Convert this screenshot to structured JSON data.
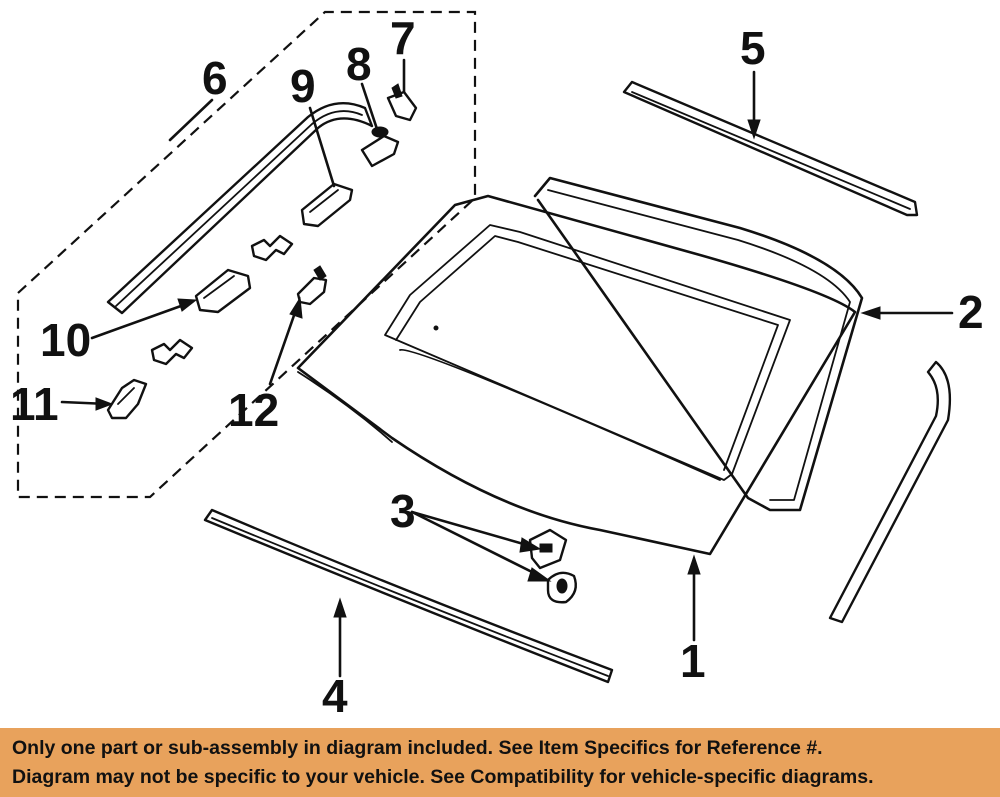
{
  "diagram": {
    "callouts": {
      "c1": "1",
      "c2": "2",
      "c3": "3",
      "c4": "4",
      "c5": "5",
      "c6": "6",
      "c7": "7",
      "c8": "8",
      "c9": "9",
      "c10": "10",
      "c11": "11",
      "c12": "12"
    }
  },
  "banner": {
    "line1": "Only one part or sub-assembly in diagram included. See Item Specifics for Reference #.",
    "line2": "Diagram may not be specific to your vehicle. See Compatibility for vehicle-specific diagrams."
  },
  "colors": {
    "banner_bg": "#e8a25c",
    "ink": "#111111"
  }
}
